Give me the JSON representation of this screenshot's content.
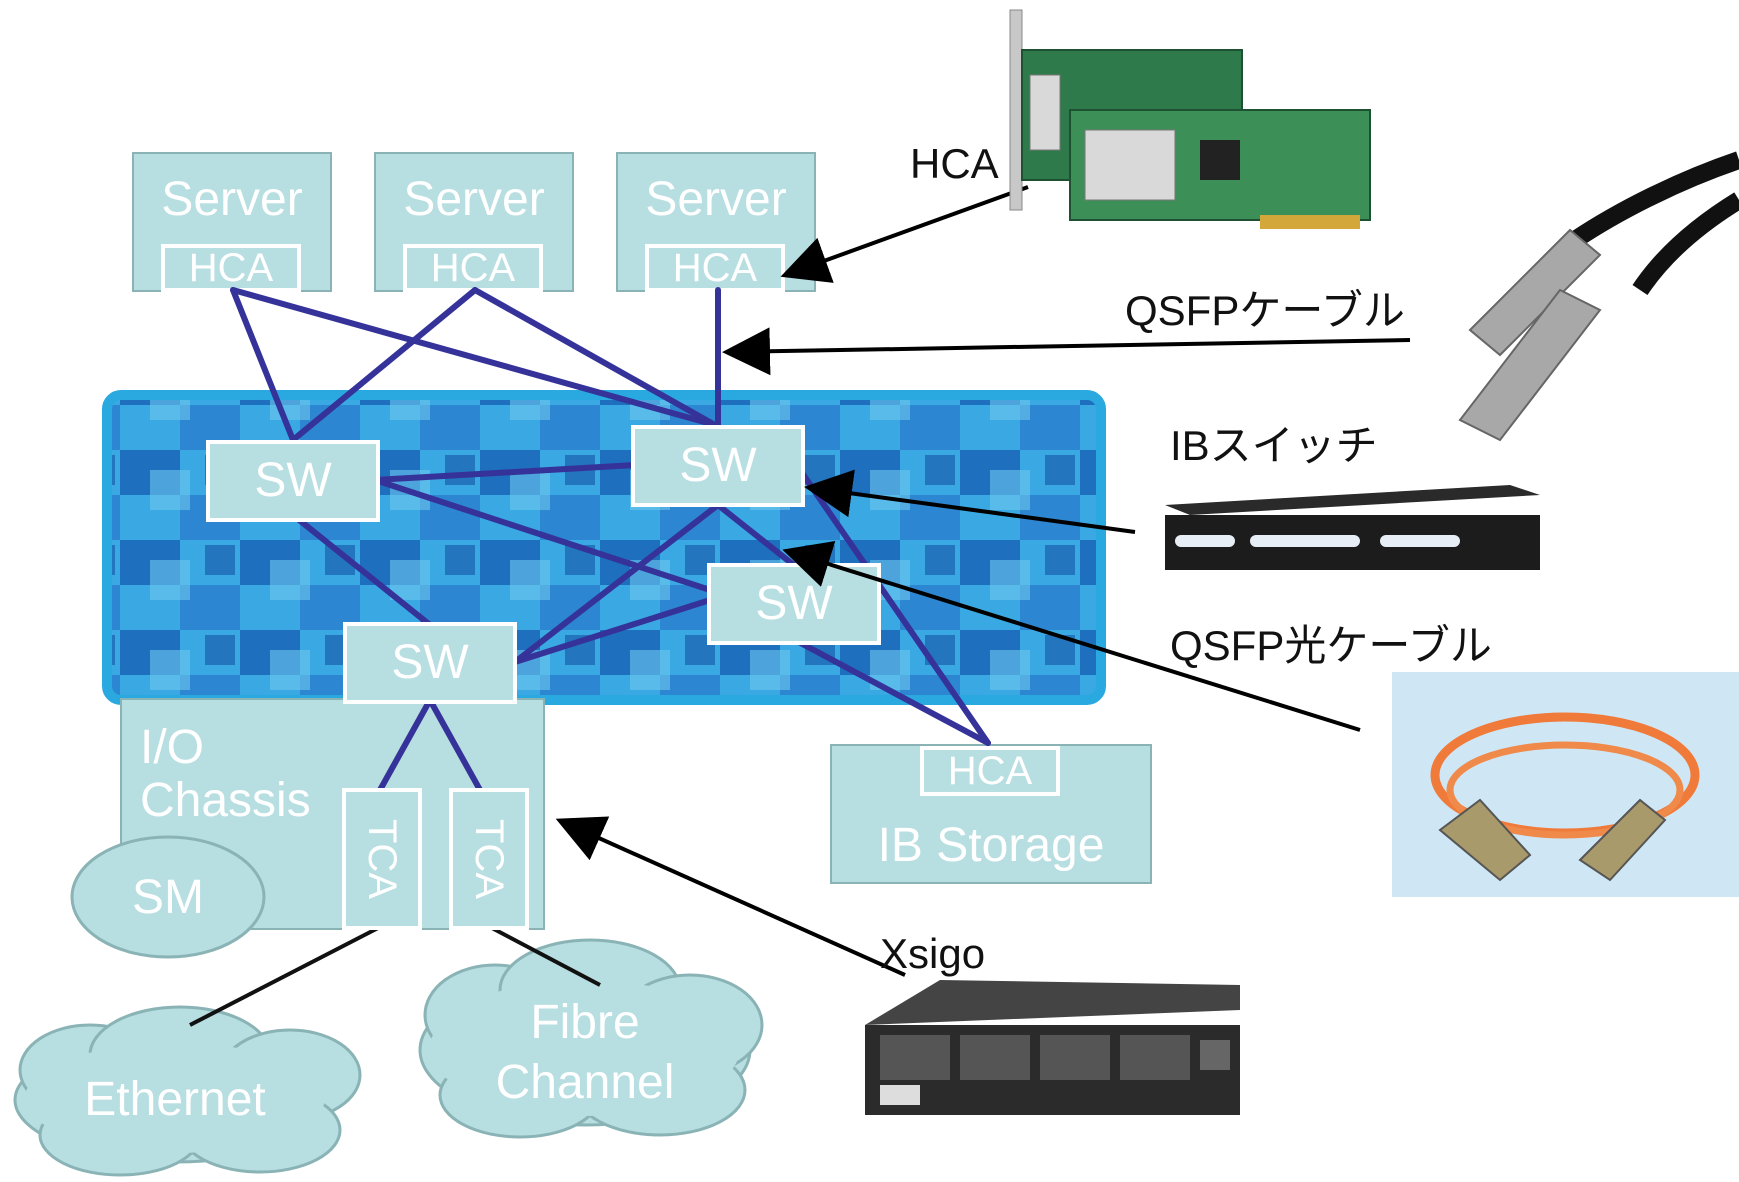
{
  "colors": {
    "node_fill": "#b7dee1",
    "node_border": "#8ab3b6",
    "fabric_blue": "#2aa8e0",
    "link_color": "#35339a",
    "annotation_arrow": "#000000"
  },
  "servers": [
    {
      "label": "Server",
      "hca": "HCA"
    },
    {
      "label": "Server",
      "hca": "HCA"
    },
    {
      "label": "Server",
      "hca": "HCA"
    }
  ],
  "fabric": {
    "switch_label": "SW"
  },
  "io_chassis": {
    "label_line1": "I/O",
    "label_line2": "Chassis",
    "tca1": "TCA",
    "tca2": "TCA"
  },
  "sm": {
    "label": "SM"
  },
  "storage": {
    "label": "IB Storage",
    "hca": "HCA"
  },
  "clouds": {
    "ethernet": "Ethernet",
    "fibre_line1": "Fibre",
    "fibre_line2": "Channel"
  },
  "annotations": {
    "hca": "HCA",
    "qsfp_cable": "QSFPケーブル",
    "ib_switch": "IBスイッチ",
    "qsfp_optical": "QSFP光ケーブル",
    "xsigo": "Xsigo"
  },
  "icons": [
    "hca-card-photo-icon",
    "qsfp-cable-photo-icon",
    "ib-switch-photo-icon",
    "optical-cable-photo-icon",
    "xsigo-appliance-photo-icon"
  ]
}
